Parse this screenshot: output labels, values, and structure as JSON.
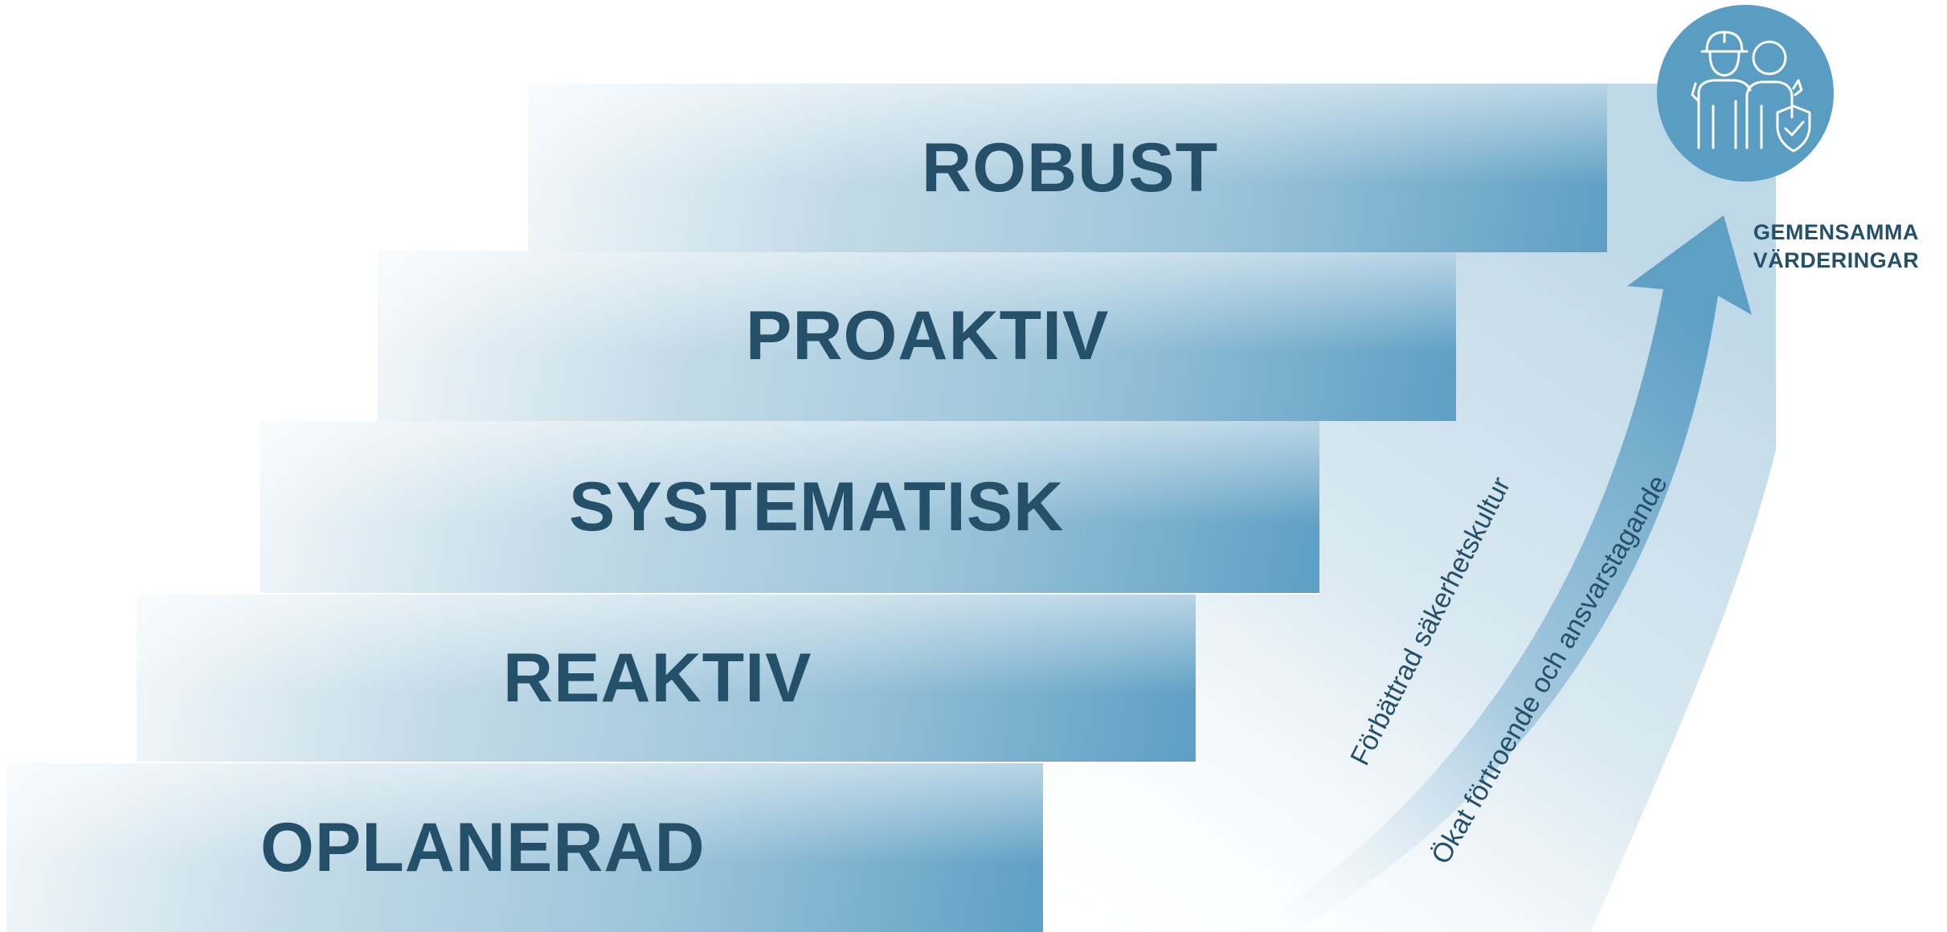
{
  "steps": [
    {
      "id": "oplanerad",
      "label": "OPLANERAD"
    },
    {
      "id": "reaktiv",
      "label": "REAKTIV"
    },
    {
      "id": "systematisk",
      "label": "SYSTEMATISK"
    },
    {
      "id": "proaktiv",
      "label": "PROAKTIV"
    },
    {
      "id": "robust",
      "label": "ROBUST"
    }
  ],
  "values": {
    "line1": "GEMENSAMMA",
    "line2": "VÄRDERINGAR",
    "icon": "two-workers-shield-icon"
  },
  "arrow": {
    "inner_label": "Förbättrad säkerhetskultur",
    "outer_label": "Ökat förtroende och ansvarstagande"
  },
  "colors": {
    "text": "#25506a",
    "accent": "#5a9dc3",
    "arrow": "#5e9fc4"
  }
}
